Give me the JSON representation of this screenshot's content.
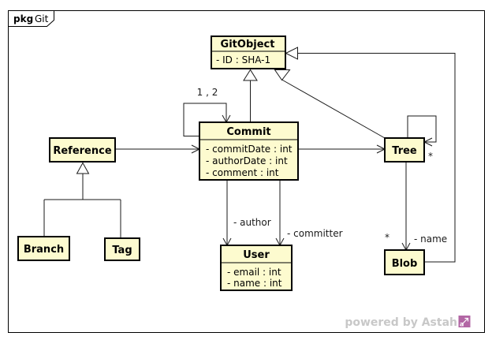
{
  "frame": {
    "keyword": "pkg",
    "name": "Git"
  },
  "colors": {
    "class_fill": "#FDFBCF",
    "stroke": "#000000",
    "watermark_text": "#C8C8C8",
    "logo": "#B266A4"
  },
  "classes": {
    "gitobject": {
      "name": "GitObject",
      "attributes": [
        "- ID : SHA-1"
      ]
    },
    "commit": {
      "name": "Commit",
      "attributes": [
        "- commitDate : int",
        "- authorDate : int",
        "- comment : int"
      ]
    },
    "reference": {
      "name": "Reference",
      "attributes": []
    },
    "branch": {
      "name": "Branch",
      "attributes": []
    },
    "tag": {
      "name": "Tag",
      "attributes": []
    },
    "tree": {
      "name": "Tree",
      "attributes": []
    },
    "user": {
      "name": "User",
      "attributes": [
        "- email : int",
        "- name : int"
      ]
    },
    "blob": {
      "name": "Blob",
      "attributes": []
    }
  },
  "relationships": {
    "commit_self_label": "1 , 2",
    "author_label": "- author",
    "committer_label": "- committer",
    "tree_self_multiplicity": "*",
    "blob_multiplicity": "*",
    "blob_name_label": "- name"
  },
  "watermark": {
    "text": "powered by Astah",
    "logo_letter": "a"
  }
}
